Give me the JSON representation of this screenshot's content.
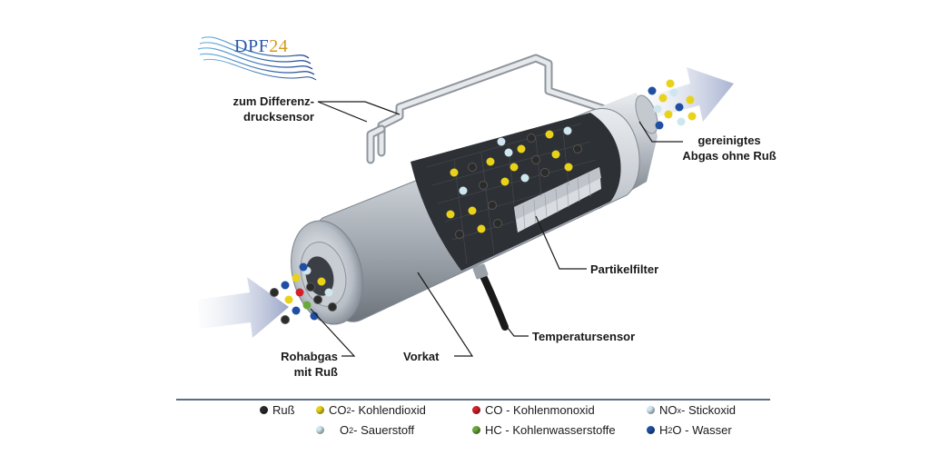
{
  "logo": {
    "name": "DPF",
    "number": "24"
  },
  "labels": {
    "differential_sensor_line1": "zum Differenz-",
    "differential_sensor_line2": "drucksensor",
    "clean_gas_line1": "gereinigtes",
    "clean_gas_line2": "Abgas ohne Ruß",
    "particle_filter": "Partikelfilter",
    "temperature_sensor": "Temperatursensor",
    "raw_gas_line1": "Rohabgas",
    "raw_gas_line2": "mit Ruß",
    "pre_catalyst": "Vorkat"
  },
  "legend": {
    "soot": {
      "label": "Ruß",
      "color": "#2b2b2b"
    },
    "co2": {
      "formula": "CO",
      "sub": "2",
      "text": " - Kohlendioxid",
      "color": "#e8d21a"
    },
    "o2": {
      "formula": "O",
      "sub": "2",
      "text": " - Sauerstoff",
      "color": "#cfe6ef"
    },
    "co": {
      "label": "CO - Kohlenmonoxid",
      "color": "#d3202a"
    },
    "hc": {
      "label": "HC - Kohlenwasserstoffe",
      "color": "#6aa83a"
    },
    "nox": {
      "formula": "NO",
      "sub": "x",
      "text": " - Stickoxid",
      "color": "#cfe6ef"
    },
    "h2o": {
      "formula": "H",
      "sub": "2",
      "text": "O - Wasser",
      "color": "#1f4fa3"
    }
  }
}
